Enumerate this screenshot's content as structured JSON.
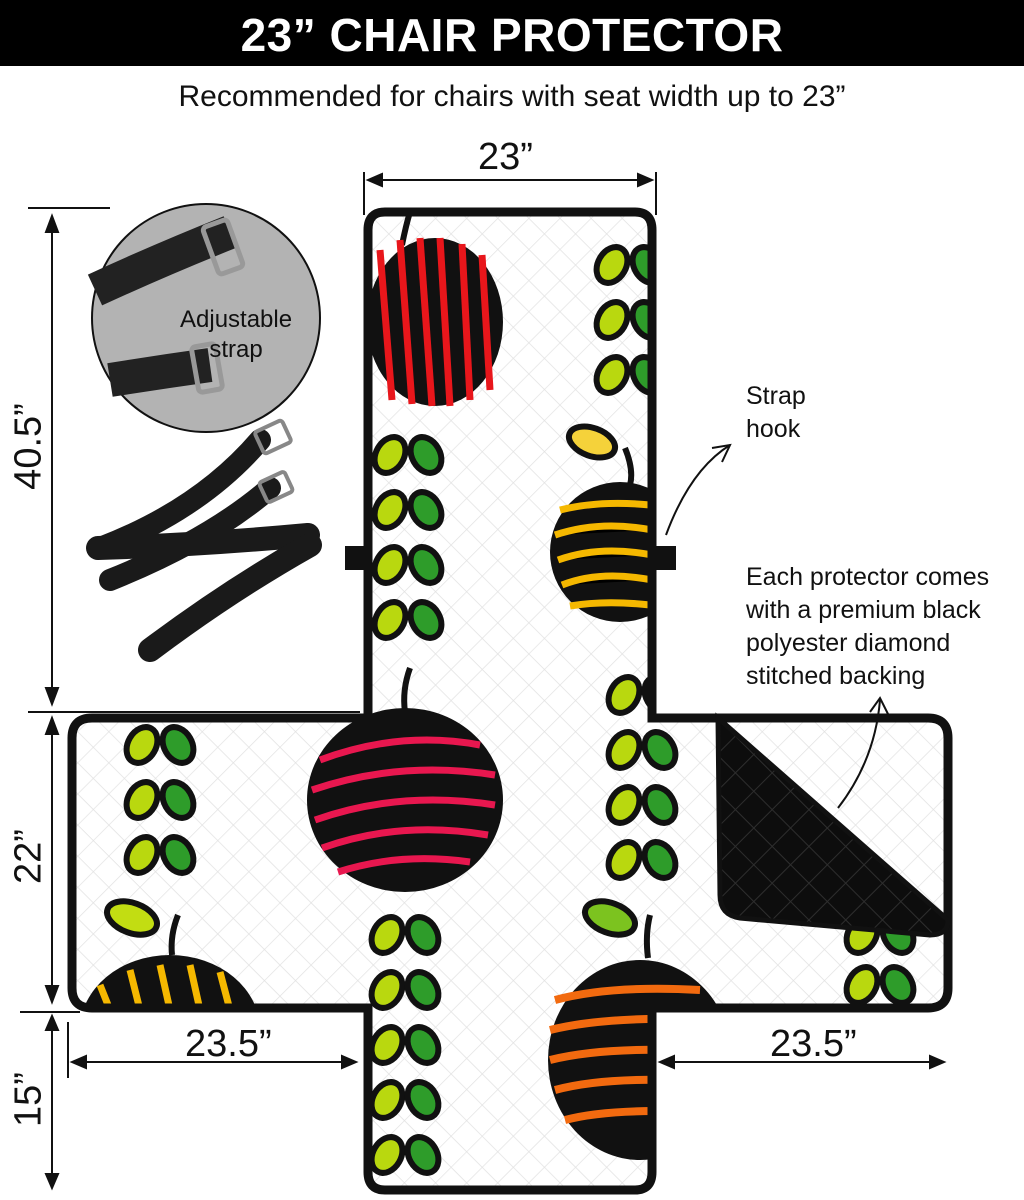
{
  "header": {
    "title": "23” CHAIR PROTECTOR"
  },
  "subtitle": "Recommended for chairs with seat width up to 23”",
  "dimensions": {
    "top_width": "23”",
    "back_height": "40.5”",
    "seat_depth": "22”",
    "front_flap": "15”",
    "left_arm": "23.5”",
    "right_arm": "23.5”"
  },
  "labels": {
    "adjustable_strap_line1": "Adjustable",
    "adjustable_strap_line2": "strap",
    "strap_hook_line1": "Strap",
    "strap_hook_line2": "hook",
    "backing_note": [
      "Each protector comes",
      "with a premium black",
      "polyester diamond",
      "stitched backing"
    ]
  },
  "colors": {
    "header_bg": "#000000",
    "apple_red": "#e8161b",
    "apple_yellow": "#f5b800",
    "apple_pink": "#e8174f",
    "apple_orange": "#f26a0f",
    "leaf_light": "#b9d80f",
    "leaf_dark": "#2e9c2a",
    "backing": "#111111"
  },
  "pattern": "apple-and-leaf-print"
}
